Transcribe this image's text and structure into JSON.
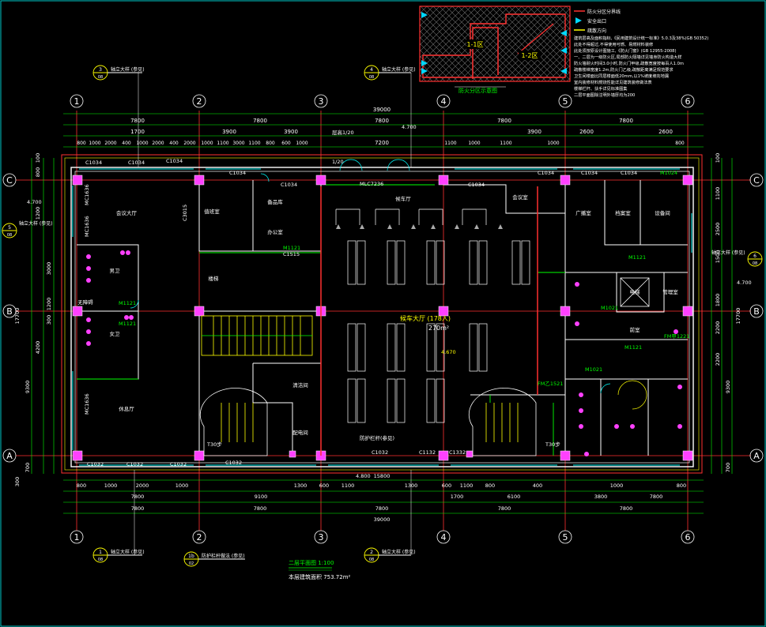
{
  "drawing": {
    "title": "二层平面图 1:100",
    "area_note": "本层建筑面积 753.72m²",
    "legend_title": "防火分区示意图",
    "legend_items": [
      "防火分区分界线",
      "安全出口",
      "疏散方向"
    ],
    "zone_labels": [
      "1-1区",
      "1-2区"
    ],
    "notes": [
      "建筑层高及面积指标,《民用建筑设计统一标准》5.0.3及38%(GB 50352)",
      "此处不得超过,不得使用可燃、易燃材料装修",
      "此处须按原设计图施工,《防火门窗》(GB 12955-2008)",
      "一、二层为一级防火区,局部防火隔墙详见墙身防火构造大样",
      "防火墙耐火时间3.0小时,防火门甲级,疏散宽度按每百人1.0m",
      "疏散楼梯宽度1.2m,防火门乙级,疏散距离满足规范要求",
      "卫生间楼面比同层楼面低20mm,以1%坡度坡向地漏",
      "室内装修材料燃烧性能详见建筑装修做法表",
      "楼梯栏杆、扶手详见标准图集",
      "二层平面图除注明外墙厚均为200"
    ]
  },
  "axes": {
    "columns": [
      "1",
      "2",
      "3",
      "4",
      "5",
      "6"
    ],
    "rows": [
      "A",
      "B",
      "C"
    ]
  },
  "dims": {
    "total": "39000",
    "bays": [
      "7800",
      "7800",
      "7800",
      "7800",
      "7800"
    ],
    "top_row2": [
      "1700",
      "3900",
      "3900",
      "7200",
      "3900",
      "2600",
      "2600"
    ],
    "top_row3": [
      "800",
      "1000",
      "2000",
      "400",
      "1000",
      "2000",
      "400",
      "2000",
      "1000",
      "1100",
      "3000",
      "1100",
      "800",
      "600",
      "1000",
      "1100",
      "1000",
      "1100",
      "1000",
      "800"
    ],
    "bot_row1": [
      "800",
      "1000",
      "2000",
      "1000",
      "1300",
      "600",
      "1100",
      "1300",
      "600",
      "1100",
      "800",
      "400",
      "1000",
      "800"
    ],
    "bot_row2": [
      "7800",
      "9100",
      "1700",
      "6100",
      "3800",
      "7800"
    ],
    "bot_row3": [
      "7800",
      "7800",
      "7800",
      "7800",
      "7800"
    ],
    "bot_mid": "15800",
    "bot_total": "39000",
    "left": [
      "100",
      "800",
      "1200",
      "3000",
      "1200",
      "300",
      "4200",
      "9300",
      "700",
      "300"
    ],
    "left_total": "17700",
    "right": [
      "100",
      "1100",
      "2500",
      "1500",
      "2200",
      "2200",
      "1800",
      "9300",
      "700"
    ],
    "right_total": "17700"
  },
  "rooms": [
    {
      "label": "会议大厅"
    },
    {
      "label": "值班室"
    },
    {
      "label": "备品库"
    },
    {
      "label": "办公室"
    },
    {
      "label": "会议室"
    },
    {
      "label": "广播室"
    },
    {
      "label": "档案室"
    },
    {
      "label": "候车厅"
    },
    {
      "label": "休息厅"
    },
    {
      "label": "候车大厅 (178人)"
    },
    {
      "label": "270m²"
    },
    {
      "label": "男卫"
    },
    {
      "label": "女卫"
    },
    {
      "label": "无障碍"
    },
    {
      "label": "清洁间"
    },
    {
      "label": "配电间"
    },
    {
      "label": "管理室"
    },
    {
      "label": "设备间"
    },
    {
      "label": "电梯"
    },
    {
      "label": "前室"
    },
    {
      "label": "楼梯"
    }
  ],
  "tags": [
    "C1034",
    "C1034",
    "C1034",
    "C1034",
    "C1034",
    "C1034",
    "C1034",
    "M1024",
    "MLC7236",
    "M1121",
    "M1121",
    "M1121",
    "M1121",
    "M1121",
    "M1021",
    "M1021",
    "MC1636",
    "MC1636",
    "MC1636",
    "C1515",
    "C3015",
    "C1032",
    "C1032",
    "C1032",
    "C1032",
    "C1032",
    "C1132",
    "C1332",
    "FM乙1521",
    "FM甲1221",
    "C1034",
    "C1034"
  ],
  "levels": [
    "4.700",
    "4.700",
    "4.800",
    "4.700",
    "4.670"
  ],
  "callouts": [
    {
      "num": "1",
      "sub": "08",
      "text": "轴立大样 (参见)"
    },
    {
      "num": "2",
      "sub": "08",
      "text": "轴立大样 (参见)"
    },
    {
      "num": "3",
      "sub": "08",
      "text": "轴立大样 (参见)"
    },
    {
      "num": "4",
      "sub": "08",
      "text": "轴立大样 (参见)"
    },
    {
      "num": "5",
      "sub": "08",
      "text": "轴立大样 (参见)"
    },
    {
      "num": "6",
      "sub": "08",
      "text": "轴立大样 (参见)"
    },
    {
      "num": "1b",
      "sub": "02",
      "text": "防护栏杆做法 (参见)"
    }
  ],
  "stair_notes": [
    "防护栏杆(参见)",
    "T30步",
    "T30步",
    "层高1/20",
    "1/20"
  ]
}
